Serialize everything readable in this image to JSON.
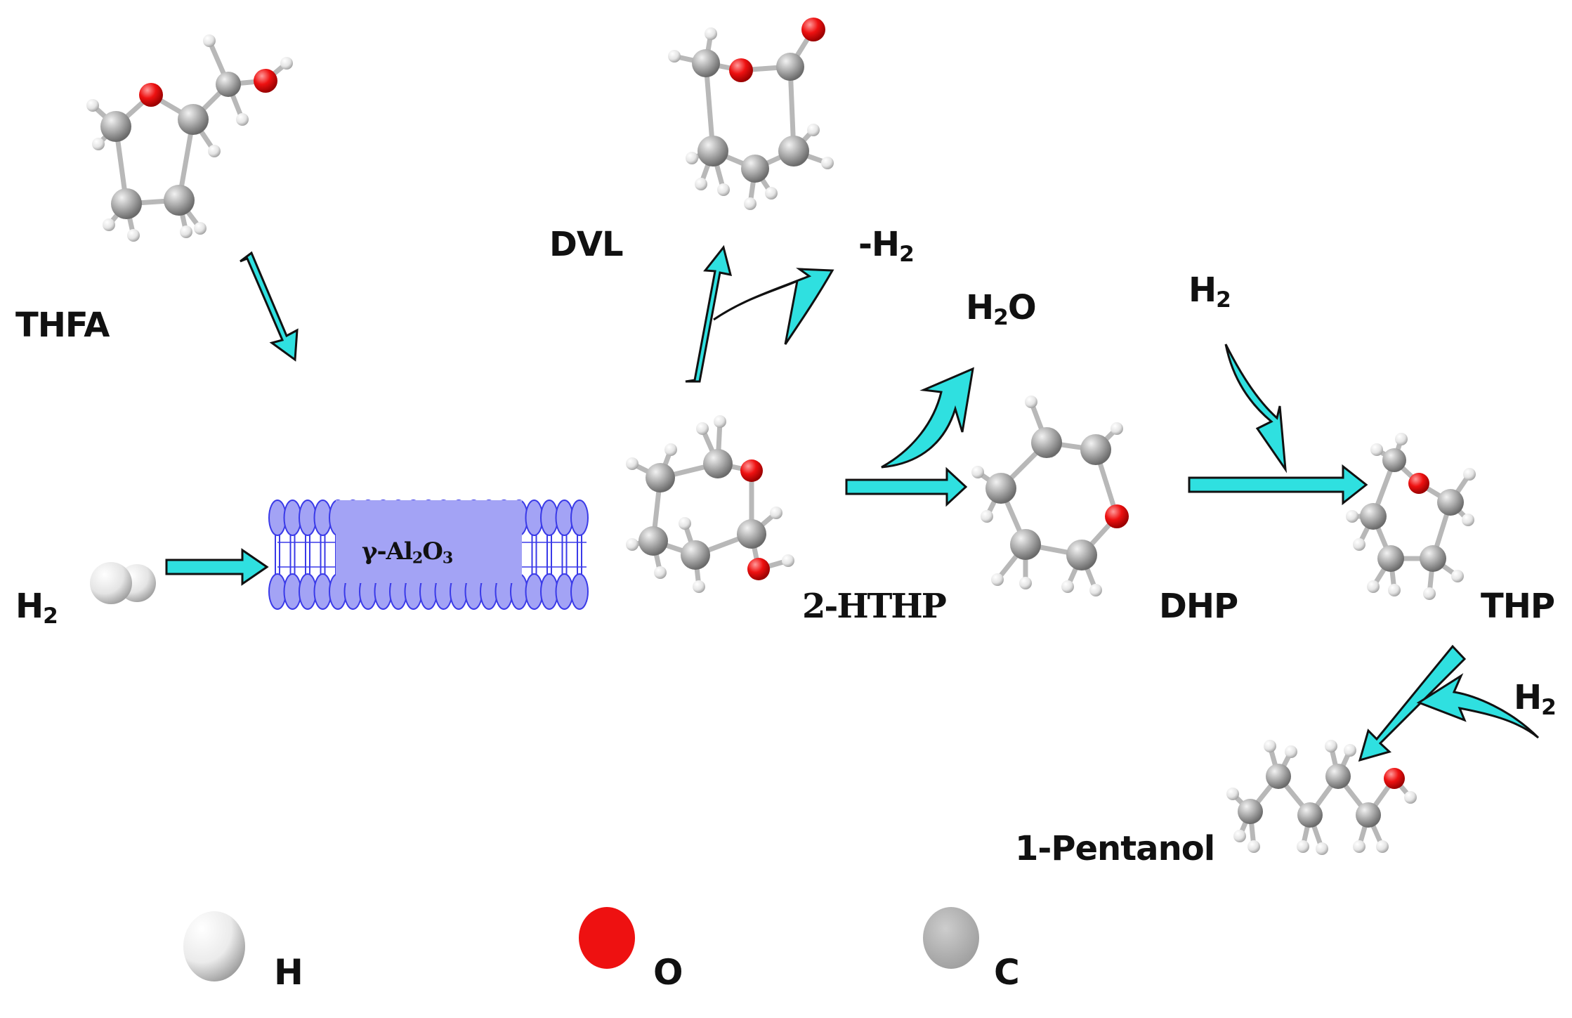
{
  "molecules": {
    "thfa": "THFA",
    "dvl": "DVL",
    "hthp": "2-HTHP",
    "dhp": "DHP",
    "thp": "THP",
    "pentanol": "1-Pentanol"
  },
  "reagents": {
    "h2_left": "H",
    "h2_left_sub": "2",
    "minus_h2": "-H",
    "minus_h2_sub": "2",
    "h2o": "H",
    "h2o_sub": "2",
    "h2o_tail": "O",
    "h2_dhp": "H",
    "h2_dhp_sub": "2",
    "h2_thp": "H",
    "h2_thp_sub": "2"
  },
  "catalyst": {
    "prefix": "γ-Al",
    "sub1": "2",
    "mid": "O",
    "sub2": "3"
  },
  "legend": [
    {
      "symbol": "H",
      "color": "#f4f4f4"
    },
    {
      "symbol": "O",
      "color": "#ee1111"
    },
    {
      "symbol": "C",
      "color": "#a8a8a8"
    }
  ],
  "colors": {
    "arrow": "#2fe0e0",
    "membrane": "#a3a3f5",
    "membrane_edge": "#3a3ae8",
    "oxygen": "#ee1111",
    "carbon": "#a8a8a8",
    "hydrogen": "#f2f2f2"
  }
}
